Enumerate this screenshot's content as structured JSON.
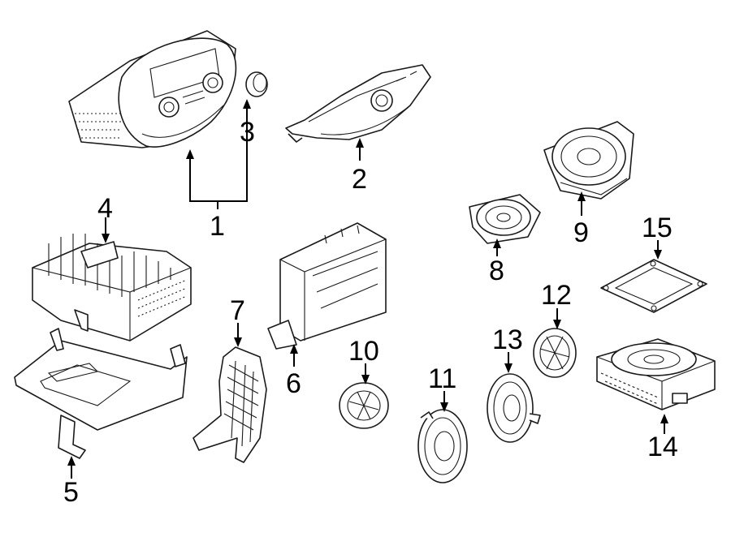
{
  "callouts": [
    "1",
    "2",
    "3",
    "4",
    "5",
    "6",
    "7",
    "8",
    "9",
    "10",
    "11",
    "12",
    "13",
    "14",
    "15"
  ],
  "colors": {
    "line": "#1a1a1a",
    "background": "#ffffff"
  }
}
